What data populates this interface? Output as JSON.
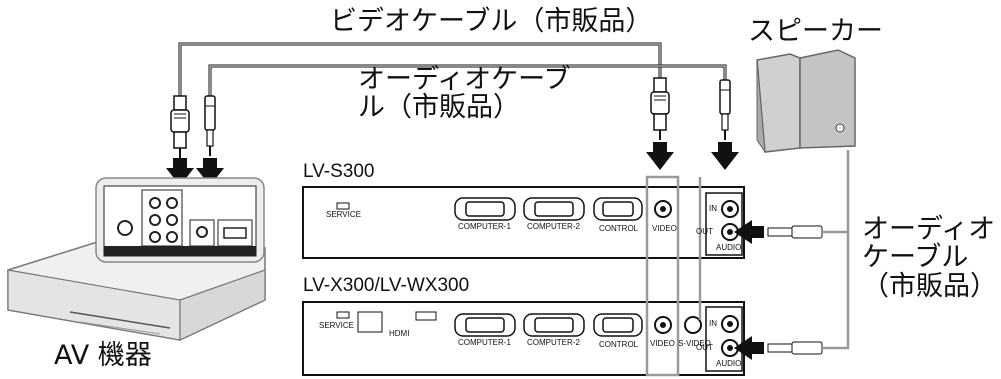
{
  "labels": {
    "video_cable": "ビデオケーブル（市販品）",
    "audio_cable_top_line1": "オーディオケーブ",
    "audio_cable_top_line2": "ル（市販品）",
    "speaker": "スピーカー",
    "av_device": "AV 機器",
    "model_top": "LV-S300",
    "model_bottom": "LV-X300/LV-WX300",
    "audio_cable_right_line1": "オーディオ",
    "audio_cable_right_line2": "ケーブル",
    "audio_cable_right_line3": "（市販品）"
  },
  "ports_top": {
    "service": "SERVICE",
    "computer1": "COMPUTER-1",
    "computer2": "COMPUTER-2",
    "control": "CONTROL",
    "video": "VIDEO",
    "in": "IN",
    "out": "OUT",
    "audio": "AUDIO"
  },
  "ports_bottom": {
    "service": "SERVICE",
    "hdmi": "HDMI",
    "computer1": "COMPUTER-1",
    "computer2": "COMPUTER-2",
    "control": "CONTROL",
    "video": "VIDEO",
    "svideo": "S-VIDEO",
    "in": "IN",
    "out": "OUT",
    "audio": "AUDIO"
  },
  "colors": {
    "line": "#111111",
    "gray_cable": "#9a9a9a",
    "panel": "#ffffff"
  }
}
